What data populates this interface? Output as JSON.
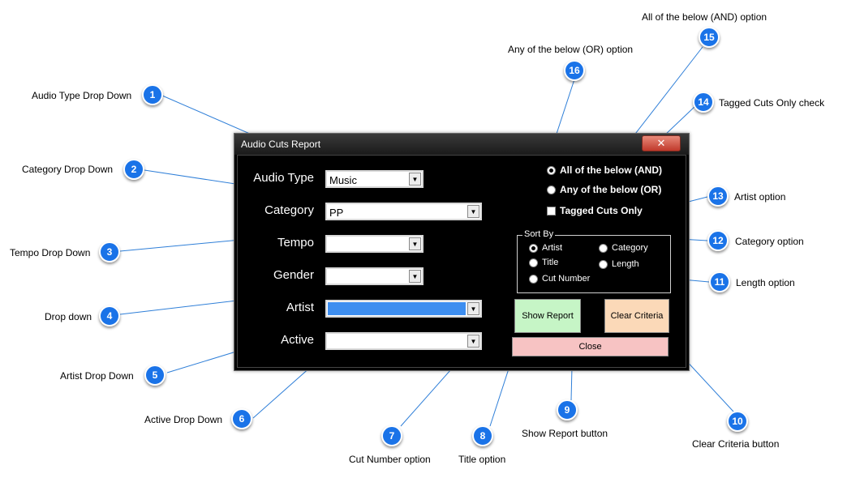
{
  "window": {
    "title": "Audio Cuts Report",
    "close_glyph": "✕"
  },
  "fields": {
    "audio_type": {
      "label": "Audio Type",
      "value": "Music"
    },
    "category": {
      "label": "Category",
      "value": "PP"
    },
    "tempo": {
      "label": "Tempo",
      "value": ""
    },
    "gender": {
      "label": "Gender",
      "value": ""
    },
    "artist": {
      "label": "Artist",
      "value": ""
    },
    "active": {
      "label": "Active",
      "value": ""
    }
  },
  "match": {
    "all_label": "All of the below (AND)",
    "any_label": "Any of the below (OR)",
    "selected": "all",
    "tagged_label": "Tagged Cuts Only",
    "tagged_checked": false
  },
  "sort": {
    "title": "Sort By",
    "artist": "Artist",
    "category": "Category",
    "title_opt": "Title",
    "length": "Length",
    "cut_number": "Cut Number",
    "selected": "artist"
  },
  "buttons": {
    "show_report": "Show Report",
    "clear_criteria": "Clear Criteria",
    "close": "Close"
  },
  "colors": {
    "show_report_bg": "#c6f5c6",
    "clear_criteria_bg": "#fbd9b8",
    "close_bg": "#f7c3c3",
    "badge": "#1a73e8",
    "leader": "#2f7fd8"
  },
  "callouts": [
    {
      "n": "1",
      "text": "Audio Type Drop Down"
    },
    {
      "n": "2",
      "text": "Category Drop Down"
    },
    {
      "n": "3",
      "text": "Tempo Drop Down"
    },
    {
      "n": "4",
      "text": "Drop down"
    },
    {
      "n": "5",
      "text": "Artist Drop Down"
    },
    {
      "n": "6",
      "text": "Active Drop Down"
    },
    {
      "n": "7",
      "text": "Cut Number option"
    },
    {
      "n": "8",
      "text": "Title option"
    },
    {
      "n": "9",
      "text": "Show Report button"
    },
    {
      "n": "10",
      "text": "Clear Criteria button"
    },
    {
      "n": "11",
      "text": "Length option"
    },
    {
      "n": "12",
      "text": "Category option"
    },
    {
      "n": "13",
      "text": "Artist option"
    },
    {
      "n": "14",
      "text": "Tagged Cuts Only check"
    },
    {
      "n": "15",
      "text": "All of the below (AND) option"
    },
    {
      "n": "16",
      "text": "Any of the below (OR) option"
    }
  ]
}
